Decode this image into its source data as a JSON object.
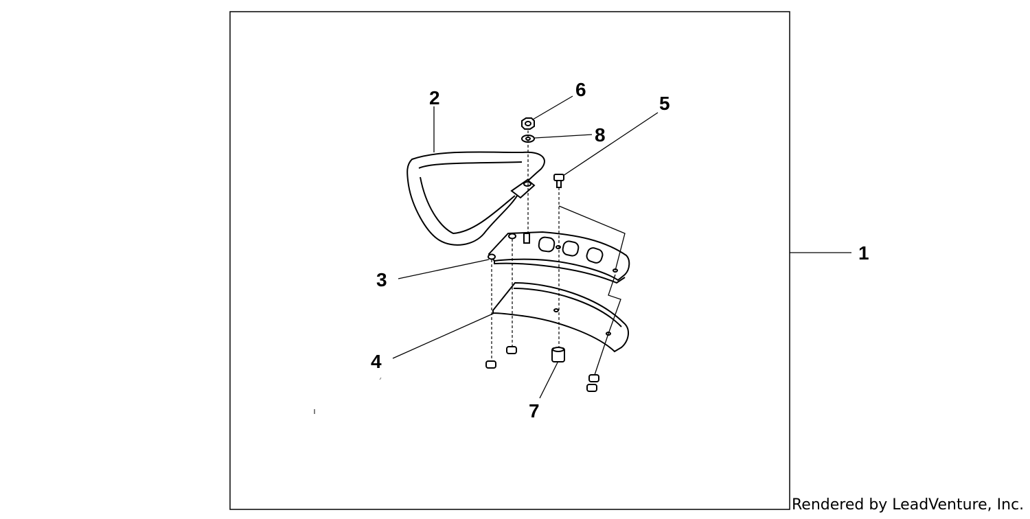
{
  "diagram": {
    "callouts": [
      {
        "id": "1",
        "label": "1"
      },
      {
        "id": "2",
        "label": "2"
      },
      {
        "id": "3",
        "label": "3"
      },
      {
        "id": "4",
        "label": "4"
      },
      {
        "id": "5",
        "label": "5"
      },
      {
        "id": "6",
        "label": "6"
      },
      {
        "id": "7",
        "label": "7"
      },
      {
        "id": "8",
        "label": "8"
      }
    ],
    "credit": "Rendered by LeadVenture, Inc."
  }
}
